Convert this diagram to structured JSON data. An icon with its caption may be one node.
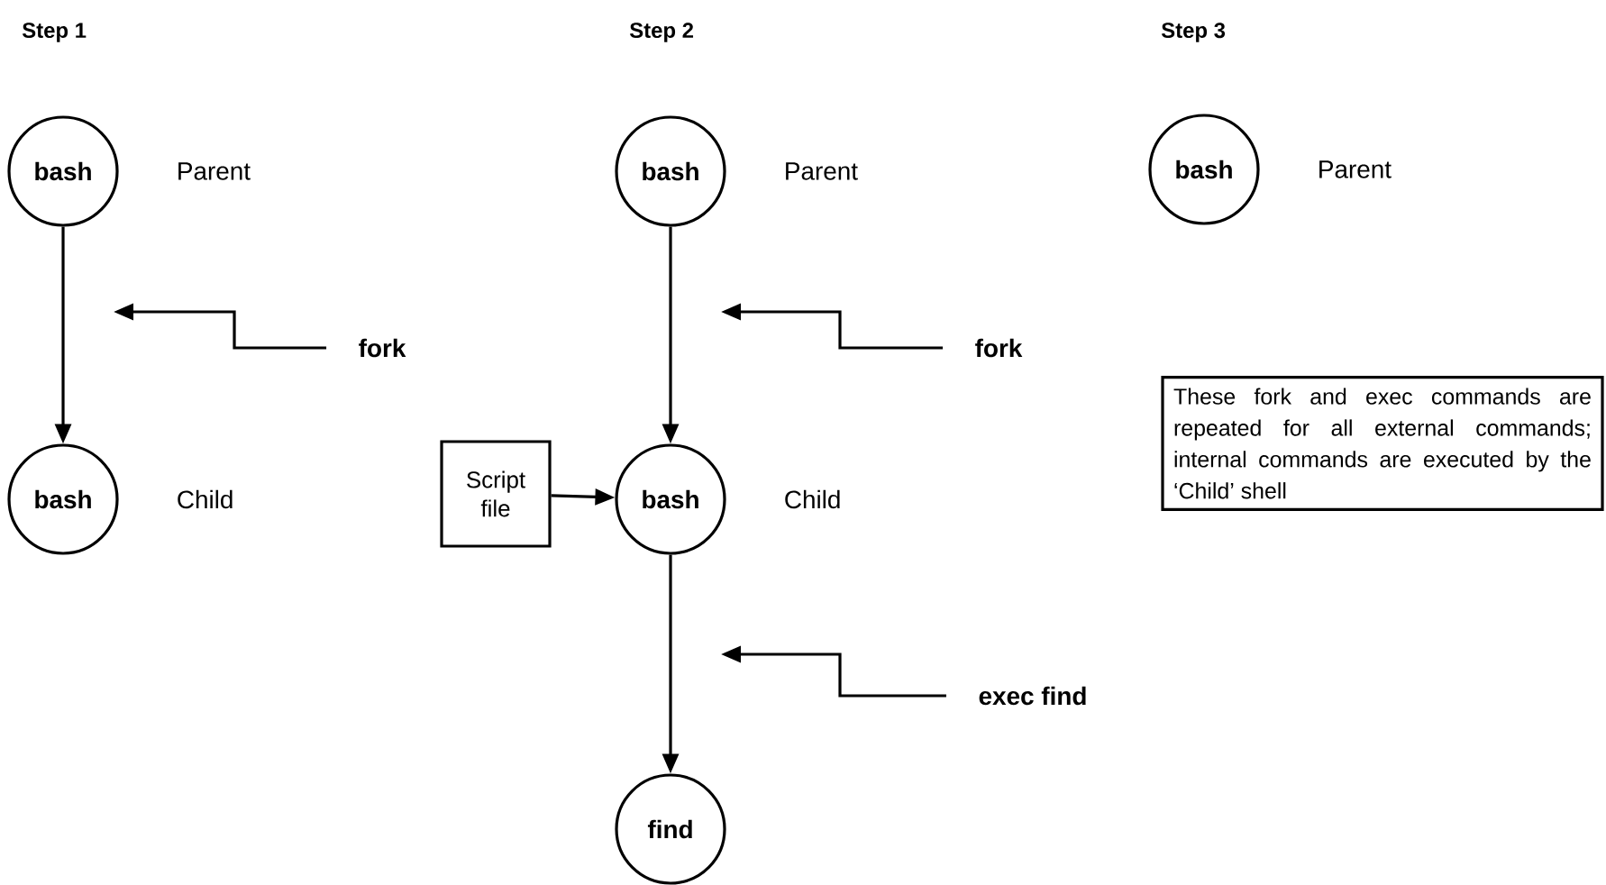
{
  "diagram": {
    "nodes": [
      {
        "text": [
          "bash"
        ],
        "beside": [
          "Parent"
        ]
      },
      {
        "text": [
          "fork"
        ]
      },
      {
        "text": [
          "bash"
        ],
        "beside": [
          "Child"
        ]
      },
      {
        "text": [
          "bash"
        ],
        "beside": [
          "Parent"
        ]
      },
      {
        "text": [
          "fork"
        ]
      },
      {
        "text": [
          "Script file"
        ]
      },
      {
        "text": [
          "bash"
        ],
        "beside": [
          "Child"
        ]
      },
      {
        "text": [
          "exec find"
        ]
      },
      {
        "text": [
          "find"
        ]
      },
      {
        "text": [
          "bash"
        ],
        "beside": [
          "Parent"
        ]
      },
      {
        "text": [
          "These fork and exec commands are repeated for all external commands; internal commands are executed by the ‘Child’ shell"
        ]
      }
    ],
    "edges": [
      {
        "from": 0,
        "to": 2,
        "arrow": "to"
      },
      {
        "from": 1,
        "to": null,
        "arrow": "to"
      },
      {
        "from": 3,
        "to": 6,
        "arrow": "to"
      },
      {
        "from": 4,
        "to": null,
        "arrow": "to"
      },
      {
        "from": 5,
        "to": 6,
        "arrow": "to"
      },
      {
        "from": 6,
        "to": 8,
        "arrow": "to"
      },
      {
        "from": 7,
        "to": null,
        "arrow": "to"
      }
    ],
    "labels": [
      "Step 1",
      "Step 2",
      "Step 3"
    ]
  }
}
